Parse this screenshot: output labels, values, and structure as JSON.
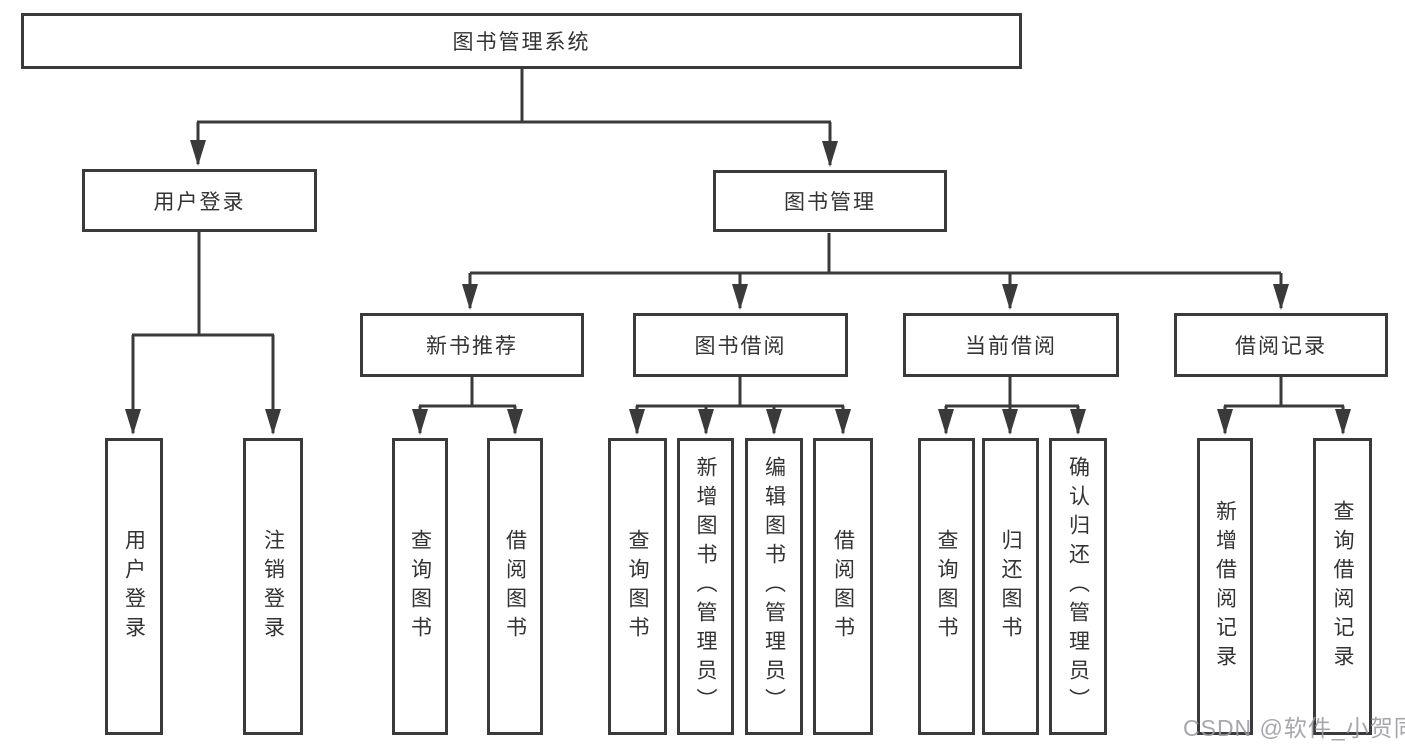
{
  "diagram": {
    "title": "图书管理系统",
    "watermark": "CSDN @软件_小贺同学",
    "colors": {
      "line": "#3a3a3a",
      "box_border": "#3a3a3a",
      "text": "#333333",
      "background": "#ffffff",
      "watermark": "#9a9aa2"
    },
    "nodes": [
      {
        "id": "root",
        "label": "图书管理系统",
        "level": 1,
        "parent": null
      },
      {
        "id": "user-login",
        "label": "用户登录",
        "level": 2,
        "parent": "root"
      },
      {
        "id": "book-management",
        "label": "图书管理",
        "level": 2,
        "parent": "root"
      },
      {
        "id": "new-book-recommend",
        "label": "新书推荐",
        "level": 3,
        "parent": "book-management"
      },
      {
        "id": "book-borrow",
        "label": "图书借阅",
        "level": 3,
        "parent": "book-management"
      },
      {
        "id": "current-borrow",
        "label": "当前借阅",
        "level": 3,
        "parent": "book-management"
      },
      {
        "id": "borrow-records",
        "label": "借阅记录",
        "level": 3,
        "parent": "book-management"
      },
      {
        "id": "user-login-leaf",
        "label": "用户登录",
        "level": 4,
        "parent": "user-login"
      },
      {
        "id": "logout",
        "label": "注销登录",
        "level": 4,
        "parent": "user-login"
      },
      {
        "id": "query-books-rec",
        "label": "查询图书",
        "level": 4,
        "parent": "new-book-recommend"
      },
      {
        "id": "borrow-books-rec",
        "label": "借阅图书",
        "level": 4,
        "parent": "new-book-recommend"
      },
      {
        "id": "query-books-borrow",
        "label": "查询图书",
        "level": 4,
        "parent": "book-borrow"
      },
      {
        "id": "add-books-admin",
        "label": "新增图书（管理员）",
        "level": 4,
        "parent": "book-borrow"
      },
      {
        "id": "edit-books-admin",
        "label": "编辑图书（管理员）",
        "level": 4,
        "parent": "book-borrow"
      },
      {
        "id": "borrow-books-leaf",
        "label": "借阅图书",
        "level": 4,
        "parent": "book-borrow"
      },
      {
        "id": "query-books-current",
        "label": "查询图书",
        "level": 4,
        "parent": "current-borrow"
      },
      {
        "id": "return-books",
        "label": "归还图书",
        "level": 4,
        "parent": "current-borrow"
      },
      {
        "id": "confirm-return-admin",
        "label": "确认归还（管理员）",
        "level": 4,
        "parent": "current-borrow"
      },
      {
        "id": "add-borrow-record",
        "label": "新增借阅记录",
        "level": 4,
        "parent": "borrow-records"
      },
      {
        "id": "query-borrow-record",
        "label": "查询借阅记录",
        "level": 4,
        "parent": "borrow-records"
      }
    ]
  }
}
